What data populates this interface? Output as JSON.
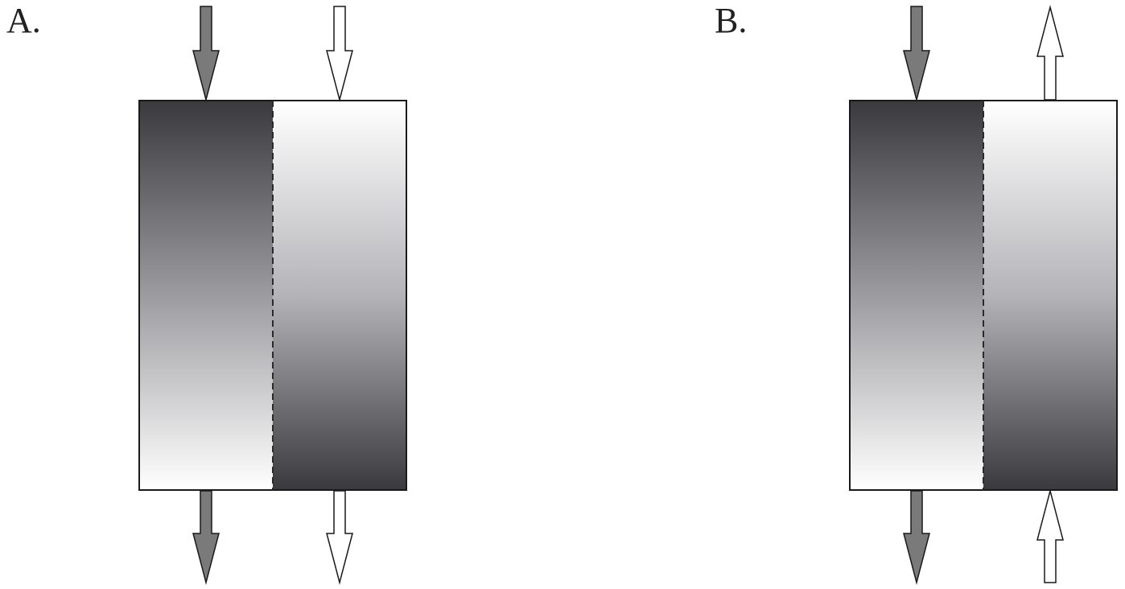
{
  "panels": [
    {
      "label": "A.",
      "flow": "co-current",
      "left_channel": {
        "shading": "dark-at-top",
        "arrows": [
          "down-in-top",
          "down-out-bottom"
        ],
        "arrow_color": "#7a7a7a"
      },
      "right_channel": {
        "shading": "dark-at-bottom",
        "arrows": [
          "down-in-top",
          "down-out-bottom"
        ],
        "arrow_color": "#ffffff"
      }
    },
    {
      "label": "B.",
      "flow": "counter-current",
      "left_channel": {
        "shading": "dark-at-top",
        "arrows": [
          "down-in-top",
          "down-out-bottom"
        ],
        "arrow_color": "#7a7a7a"
      },
      "right_channel": {
        "shading": "dark-at-bottom",
        "arrows": [
          "up-in-bottom",
          "up-out-top"
        ],
        "arrow_color": "#ffffff"
      }
    }
  ],
  "colors": {
    "dark": "#3a3a3e",
    "light": "#ffffff",
    "filled_arrow": "#7a7a7a",
    "outline": "#1a1a1a"
  }
}
